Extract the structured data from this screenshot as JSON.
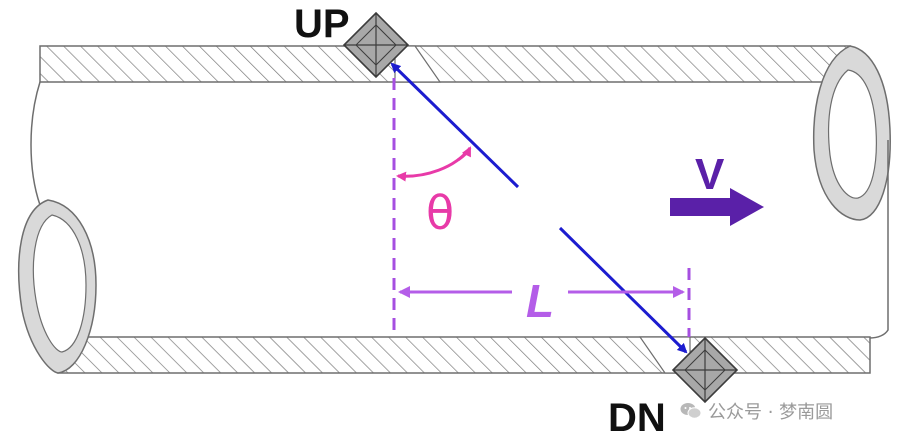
{
  "labels": {
    "upstream": "UP",
    "downstream": "DN",
    "angle": "θ",
    "length": "L",
    "velocity": "V"
  },
  "watermark": {
    "text": "公众号 · 梦南圆",
    "icon": "wechat-icon"
  },
  "colors": {
    "wall_hatch": "#7a7a7a",
    "transducer": "#a8a8a8",
    "signal_path": "#1c1ccf",
    "angle": "#e83aa8",
    "length": "#b45de8",
    "velocity": "#5a20a8"
  }
}
